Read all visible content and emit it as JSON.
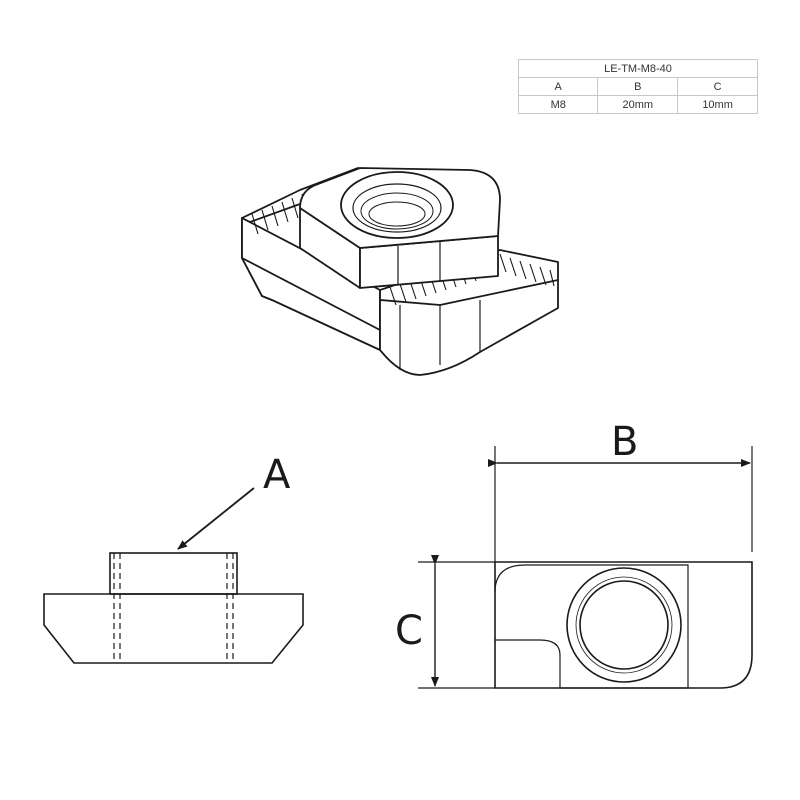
{
  "spec_table": {
    "model": "LE-TM-M8-40",
    "headers": [
      "A",
      "B",
      "C"
    ],
    "values": [
      "M8",
      "20mm",
      "10mm"
    ]
  },
  "dimension_labels": {
    "a": "A",
    "b": "B",
    "c": "C"
  },
  "line_color": "#1a1a1a"
}
